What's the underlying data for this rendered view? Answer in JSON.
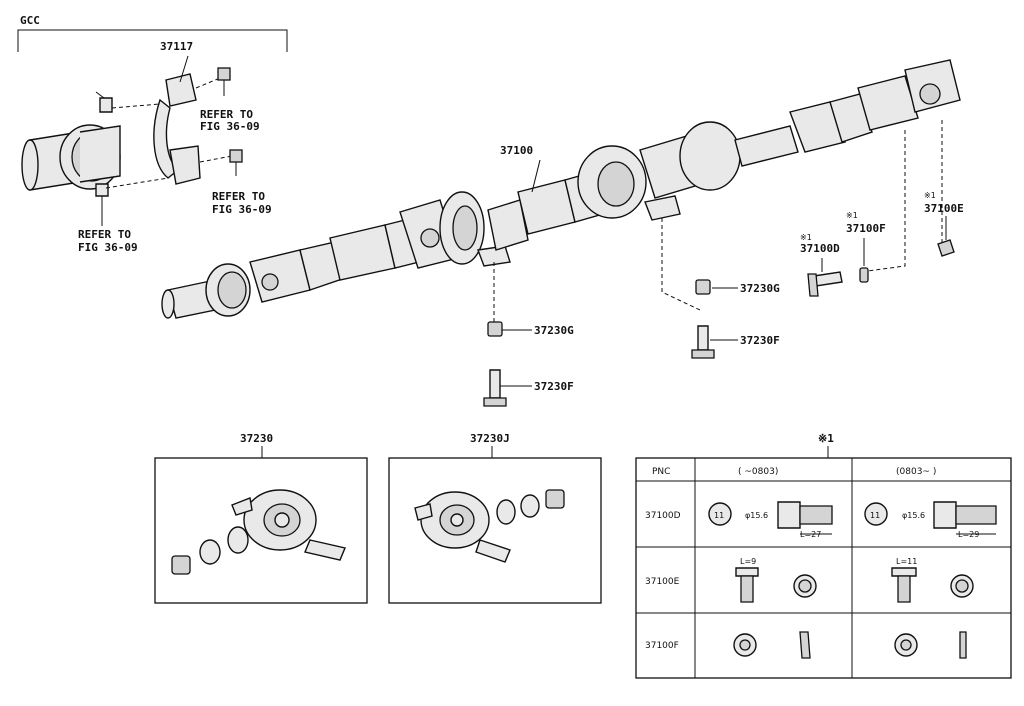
{
  "callouts": {
    "group_label": "GCC",
    "p37117": "37117",
    "p37100": "37100",
    "p37230G_a": "37230G",
    "p37230F_a": "37230F",
    "p37230G_b": "37230G",
    "p37230F_b": "37230F",
    "p37100D": "37100D",
    "p37100F": "37100F",
    "p37100E": "37100E",
    "mark1_d": "※1",
    "mark1_f": "※1",
    "mark1_e": "※1"
  },
  "refer_notes": {
    "r1_line1": "REFER TO",
    "r1_line2": "FIG 36-09",
    "r2_line1": "REFER TO",
    "r2_line2": "FIG 36-09",
    "r3_line1": "REFER TO",
    "r3_line2": "FIG 36-09"
  },
  "inset_boxes": {
    "left_label": "37230",
    "right_label": "37230J"
  },
  "table": {
    "title": "※1",
    "header_pnc": "PNC",
    "header_col1": "(     ~0803)",
    "header_col2": "(0803~      )",
    "rows": [
      {
        "pnc": "37100D",
        "col1_size": "φ15.6",
        "col1_len": "L=27",
        "col2_size": "φ15.6",
        "col2_len": "L=29"
      },
      {
        "pnc": "37100E",
        "col1_len": "L=9",
        "col2_len": "L=11"
      },
      {
        "pnc": "37100F"
      }
    ],
    "d_mark_1": "11",
    "d_mark_2": "11"
  }
}
